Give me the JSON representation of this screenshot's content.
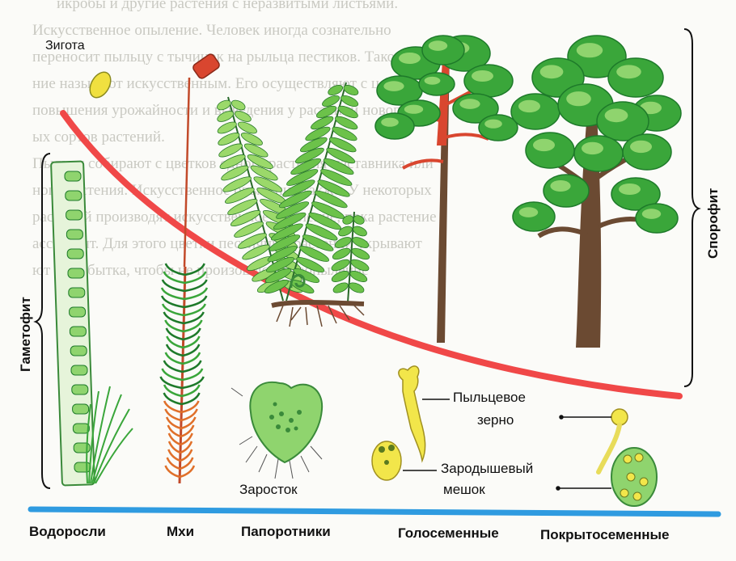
{
  "labels": {
    "zygote": "Зигота",
    "gametophyte": "Гаметофит",
    "sporophyte": "Спорофит",
    "prothallus": "Заросток",
    "pollen_grain_line1": "Пыльцевое",
    "pollen_grain_line2": "зерно",
    "embryo_sac_line1": "Зародышевый",
    "embryo_sac_line2": "мешок"
  },
  "groups": [
    {
      "label": "Водоросли"
    },
    {
      "label": "Мхи"
    },
    {
      "label": "Папоротники"
    },
    {
      "label": "Голосеменные"
    },
    {
      "label": "Покрытосеменные"
    }
  ],
  "colors": {
    "sporophyte_curve": "#f04848",
    "baseline": "#2f9be0",
    "leaf_green": "#3aa63a",
    "dark_green": "#1e7a2a",
    "light_green": "#8fd46e",
    "trunk_red": "#d9462f",
    "trunk_brown": "#6b4a32",
    "zygote_yellow": "#f0e040"
  },
  "background_text_lines": [
    "икробы и другие растения с неразвитыми листьями.",
    "Искусственное опыление. Человек иногда сознательно",
    "переносит пыльцу с тычинок на рыльца пестиков. Такое опыле-",
    "ние называют искусственным. Его осуществляют с целью",
    "повышения урожайности и выведения у растений нового",
    "ых сортов растений.",
    "Пыльцу собирают с цветков одного растения-наставника или",
    "ного растения. Искусственное опыление также. У некоторых",
    "растений производят искусственное опыление, пока растение",
    "ассистент. Для этого цветки пестичных растений укрывают",
    "ют на избытка, чтобы не произошло самоопыление"
  ]
}
